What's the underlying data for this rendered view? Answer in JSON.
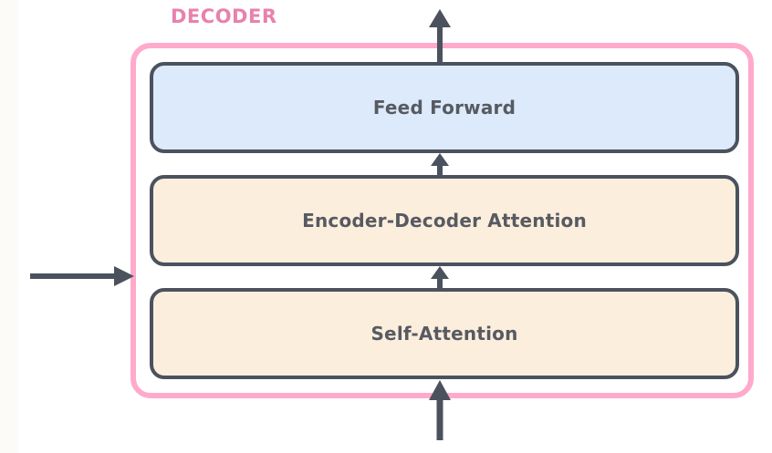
{
  "diagram": {
    "title": "DECODER",
    "container": {
      "label": "DECODER",
      "border_color": "#ffaacc",
      "label_color": "#e881ae"
    },
    "layers": [
      {
        "id": "feed-forward",
        "label": "Feed Forward",
        "fill_color": "#dceafb",
        "border_color": "#4b525e",
        "text_color": "#575a61"
      },
      {
        "id": "encoder-decoder-attention",
        "label": "Encoder-Decoder Attention",
        "fill_color": "#fceedd",
        "border_color": "#4b525e",
        "text_color": "#575a61"
      },
      {
        "id": "self-attention",
        "label": "Self-Attention",
        "fill_color": "#fceedd",
        "border_color": "#4b525e",
        "text_color": "#575a61"
      }
    ],
    "arrows": [
      {
        "id": "output-up",
        "direction": "up",
        "color": "#4b525e"
      },
      {
        "id": "into-feed-forward",
        "direction": "up",
        "color": "#4b525e"
      },
      {
        "id": "into-encoder-decoder",
        "direction": "up",
        "color": "#4b525e"
      },
      {
        "id": "input-from-below",
        "direction": "up",
        "color": "#4b525e"
      },
      {
        "id": "encoder-input-left",
        "direction": "right",
        "color": "#4b525e"
      }
    ]
  }
}
